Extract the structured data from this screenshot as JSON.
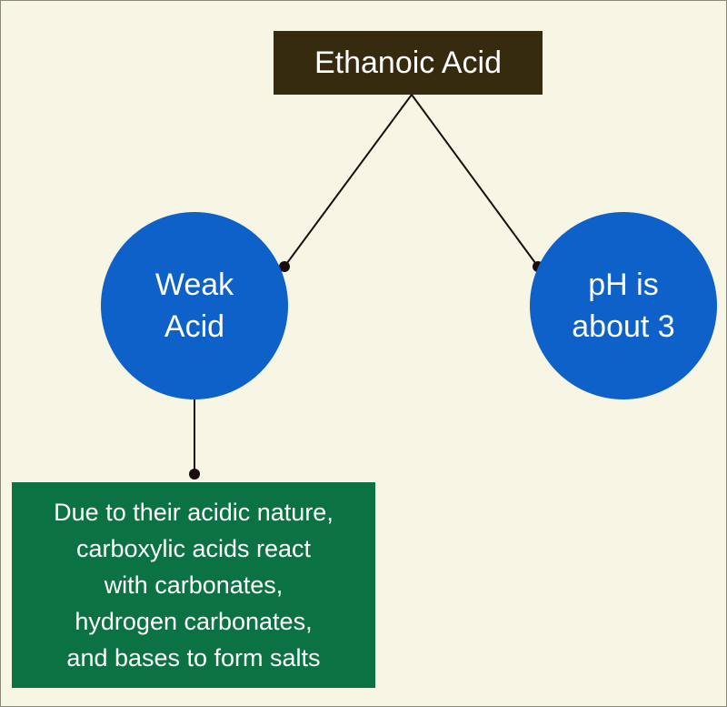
{
  "title": "Ethanoic Acid",
  "nodes": {
    "weak_acid": "Weak\nAcid",
    "ph": "pH is\nabout 3"
  },
  "note": "Due to their acidic nature,\ncarboxylic acids react\nwith carbonates,\nhydrogen carbonates,\nand bases to form salts",
  "colors": {
    "background": "#f7f5e4",
    "title_box": "#362b0f",
    "circle": "#0e61c8",
    "note_box": "#0b7343",
    "connector": "#1a0d0d"
  }
}
